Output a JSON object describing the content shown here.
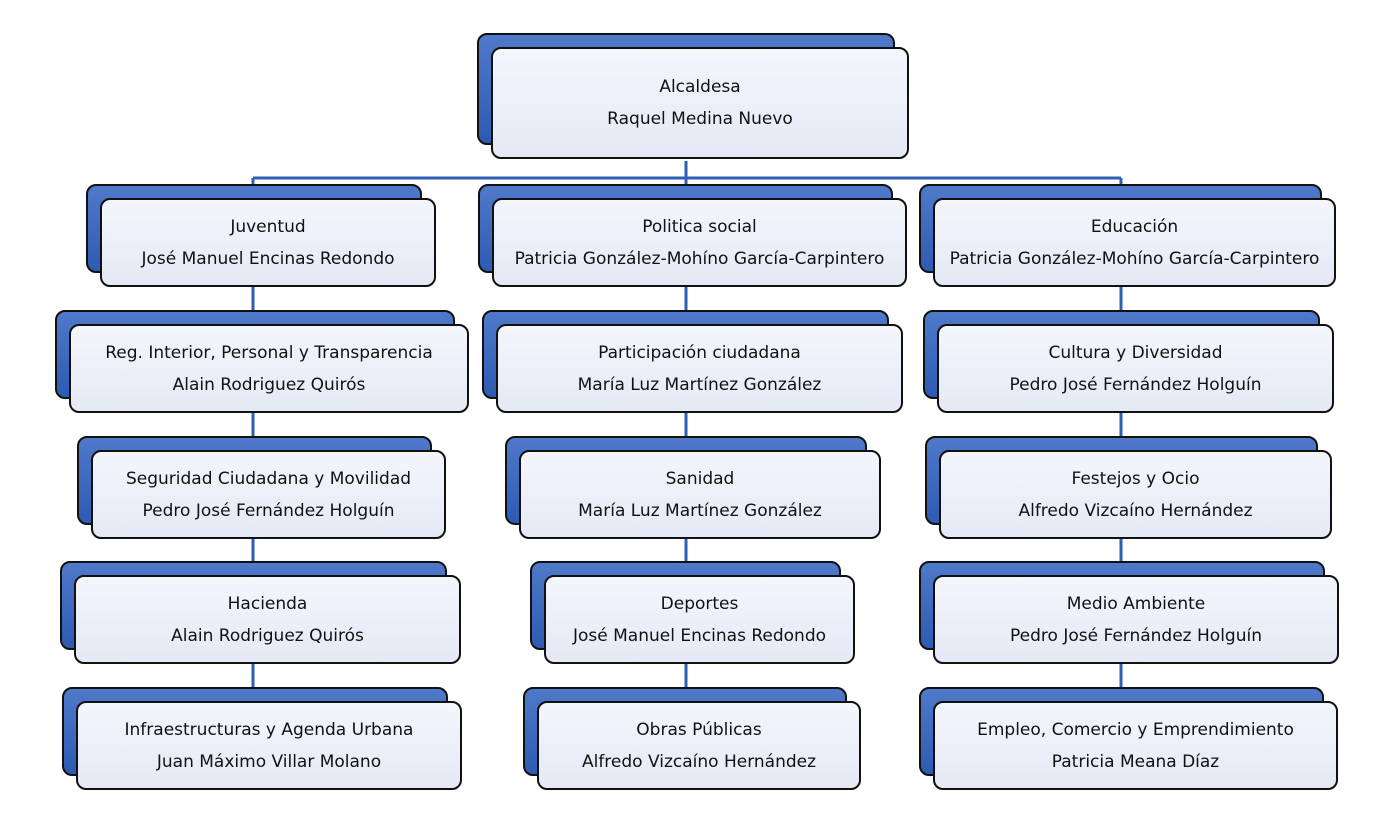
{
  "org_chart": {
    "root": {
      "role": "Alcaldesa",
      "person": "Raquel Medina Nuevo"
    },
    "columns": [
      [
        {
          "role": "Juventud",
          "person": "José Manuel Encinas Redondo"
        },
        {
          "role": "Reg. Interior, Personal y Transparencia",
          "person": "Alain Rodriguez Quirós"
        },
        {
          "role": "Seguridad Ciudadana y Movilidad",
          "person": "Pedro José Fernández Holguín"
        },
        {
          "role": "Hacienda",
          "person": "Alain Rodriguez Quirós"
        },
        {
          "role": "Infraestructuras y Agenda Urbana",
          "person": "Juan Máximo Villar Molano"
        }
      ],
      [
        {
          "role": "Politica social",
          "person": "Patricia González-Mohíno García-Carpintero"
        },
        {
          "role": "Participación ciudadana",
          "person": "María Luz Martínez González"
        },
        {
          "role": "Sanidad",
          "person": "María Luz Martínez González"
        },
        {
          "role": "Deportes",
          "person": "José Manuel Encinas Redondo"
        },
        {
          "role": "Obras Públicas",
          "person": "Alfredo Vizcaíno Hernández"
        }
      ],
      [
        {
          "role": "Educación",
          "person": "Patricia González-Mohíno García-Carpintero"
        },
        {
          "role": "Cultura y Diversidad",
          "person": "Pedro José Fernández Holguín"
        },
        {
          "role": "Festejos y Ocio",
          "person": "Alfredo Vizcaíno Hernández"
        },
        {
          "role": "Medio Ambiente",
          "person": "Pedro José Fernández Holguín"
        },
        {
          "role": "Empleo, Comercio y Emprendimiento",
          "person": "Patricia Meana Díaz"
        }
      ]
    ]
  }
}
